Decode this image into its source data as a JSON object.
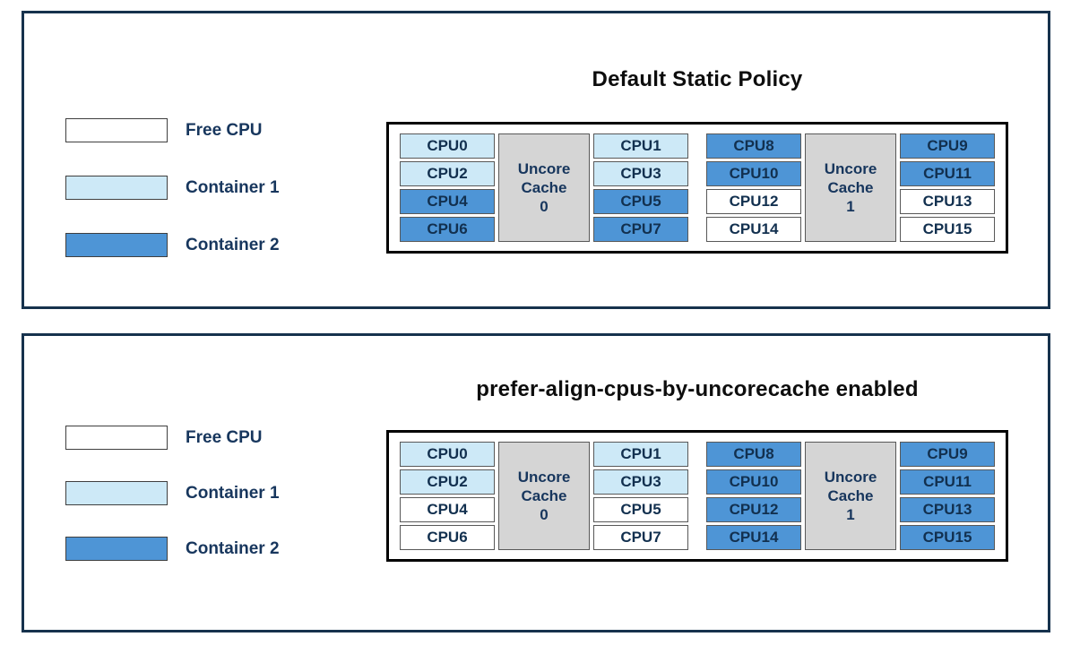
{
  "colors": {
    "free_cpu": "#ffffff",
    "container1": "#cde9f7",
    "container2": "#4e95d6",
    "uncore_cache": "#d5d5d5",
    "panel_border": "#16324d"
  },
  "legend": {
    "items": [
      {
        "label": "Free CPU",
        "state": "free"
      },
      {
        "label": "Container 1",
        "state": "c1"
      },
      {
        "label": "Container 2",
        "state": "c2"
      }
    ]
  },
  "panels": [
    {
      "title": "Default Static Policy",
      "groups": [
        {
          "cache_lines": [
            "Uncore",
            "Cache",
            "0"
          ],
          "columns": [
            [
              {
                "label": "CPU0",
                "state": "c1"
              },
              {
                "label": "CPU2",
                "state": "c1"
              },
              {
                "label": "CPU4",
                "state": "c2"
              },
              {
                "label": "CPU6",
                "state": "c2"
              }
            ],
            [
              {
                "label": "CPU1",
                "state": "c1"
              },
              {
                "label": "CPU3",
                "state": "c1"
              },
              {
                "label": "CPU5",
                "state": "c2"
              },
              {
                "label": "CPU7",
                "state": "c2"
              }
            ]
          ]
        },
        {
          "cache_lines": [
            "Uncore",
            "Cache",
            "1"
          ],
          "columns": [
            [
              {
                "label": "CPU8",
                "state": "c2"
              },
              {
                "label": "CPU10",
                "state": "c2"
              },
              {
                "label": "CPU12",
                "state": "free"
              },
              {
                "label": "CPU14",
                "state": "free"
              }
            ],
            [
              {
                "label": "CPU9",
                "state": "c2"
              },
              {
                "label": "CPU11",
                "state": "c2"
              },
              {
                "label": "CPU13",
                "state": "free"
              },
              {
                "label": "CPU15",
                "state": "free"
              }
            ]
          ]
        }
      ]
    },
    {
      "title": "prefer-align-cpus-by-uncorecache enabled",
      "groups": [
        {
          "cache_lines": [
            "Uncore",
            "Cache",
            "0"
          ],
          "columns": [
            [
              {
                "label": "CPU0",
                "state": "c1"
              },
              {
                "label": "CPU2",
                "state": "c1"
              },
              {
                "label": "CPU4",
                "state": "free"
              },
              {
                "label": "CPU6",
                "state": "free"
              }
            ],
            [
              {
                "label": "CPU1",
                "state": "c1"
              },
              {
                "label": "CPU3",
                "state": "c1"
              },
              {
                "label": "CPU5",
                "state": "free"
              },
              {
                "label": "CPU7",
                "state": "free"
              }
            ]
          ]
        },
        {
          "cache_lines": [
            "Uncore",
            "Cache",
            "1"
          ],
          "columns": [
            [
              {
                "label": "CPU8",
                "state": "c2"
              },
              {
                "label": "CPU10",
                "state": "c2"
              },
              {
                "label": "CPU12",
                "state": "c2"
              },
              {
                "label": "CPU14",
                "state": "c2"
              }
            ],
            [
              {
                "label": "CPU9",
                "state": "c2"
              },
              {
                "label": "CPU11",
                "state": "c2"
              },
              {
                "label": "CPU13",
                "state": "c2"
              },
              {
                "label": "CPU15",
                "state": "c2"
              }
            ]
          ]
        }
      ]
    }
  ]
}
